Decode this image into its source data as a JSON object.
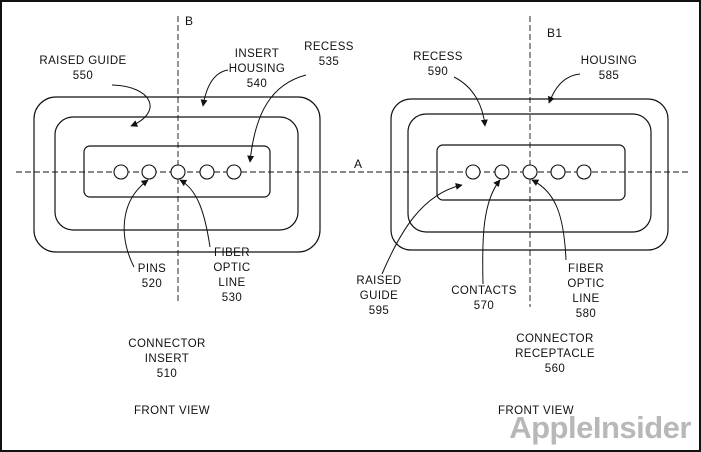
{
  "axes": {
    "a": "A",
    "b": "B",
    "b1": "B1"
  },
  "left": {
    "raised_guide": [
      "RAISED GUIDE",
      "550"
    ],
    "insert_housing": [
      "INSERT",
      "HOUSING",
      "540"
    ],
    "recess": [
      "RECESS",
      "535"
    ],
    "pins": [
      "PINS",
      "520"
    ],
    "fiber_optic": [
      "FIBER",
      "OPTIC",
      "LINE",
      "530"
    ],
    "title": [
      "CONNECTOR",
      "INSERT",
      "510"
    ],
    "view": "FRONT VIEW"
  },
  "right": {
    "recess": [
      "RECESS",
      "590"
    ],
    "housing": [
      "HOUSING",
      "585"
    ],
    "raised_guide": [
      "RAISED",
      "GUIDE",
      "595"
    ],
    "contacts": [
      "CONTACTS",
      "570"
    ],
    "fiber_optic": [
      "FIBER",
      "OPTIC",
      "LINE",
      "580"
    ],
    "title": [
      "CONNECTOR",
      "RECEPTACLE",
      "560"
    ],
    "view": "FRONT VIEW"
  },
  "watermark": "AppleInsider",
  "colors": {
    "ink": "#111111",
    "watermark": "#b8b8b8",
    "background": "#ffffff"
  }
}
